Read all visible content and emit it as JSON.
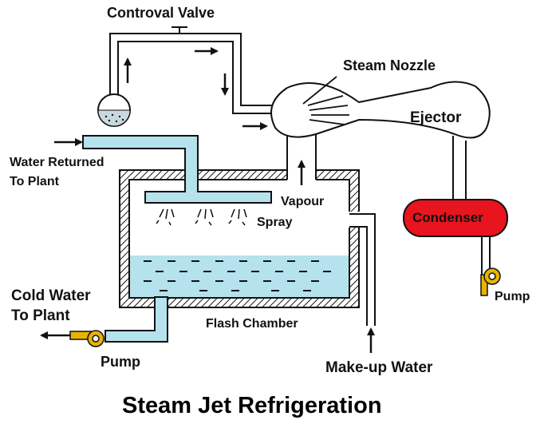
{
  "diagram": {
    "title": "Steam Jet Refrigeration",
    "labels": {
      "control_valve": "Controval Valve",
      "steam_nozzle": "Steam Nozzle",
      "ejector": "Ejector",
      "water_returned_line1": "Water Returned",
      "water_returned_line2": "To Plant",
      "vapour": "Vapour",
      "spray": "Spray",
      "condenser": "Condenser",
      "pump_condenser": "Pump",
      "cold_water_line1": "Cold Water",
      "cold_water_line2": "To Plant",
      "flash_chamber": "Flash Chamber",
      "pump_cold": "Pump",
      "makeup_water": "Make-up Water"
    },
    "colors": {
      "water": "#b5e2ec",
      "condenser": "#e8141e",
      "pump": "#e8b400",
      "line": "#111111"
    }
  }
}
